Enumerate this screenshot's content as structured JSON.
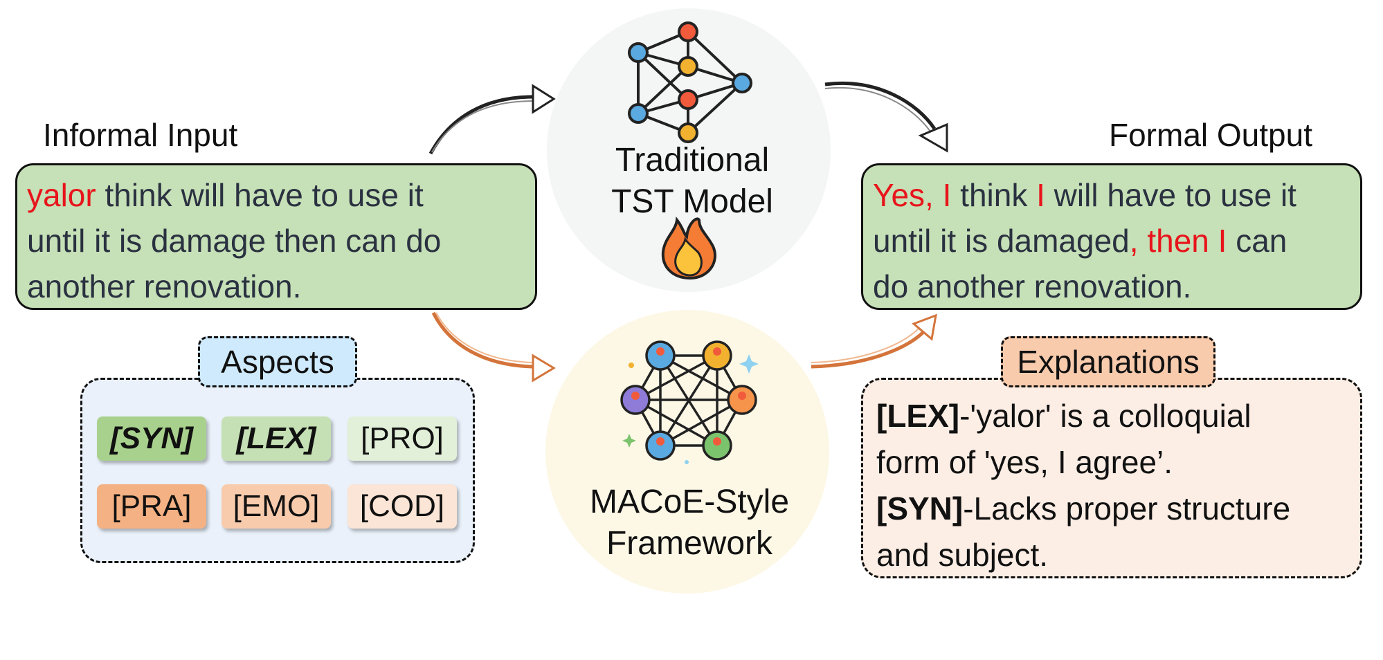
{
  "input": {
    "title": "Informal Input",
    "line1_red": "yalor",
    "line1_rest": " think will have to use it",
    "line2": "until it is damage then can do",
    "line3": "another renovation."
  },
  "output": {
    "title": "Formal Output",
    "l1_red1": "Yes, I",
    "l1_t1": " think ",
    "l1_red2": "I",
    "l1_t2": " will have to use it",
    "l2_t1": "until it is damaged",
    "l2_red": ", then I",
    "l2_t2": " can",
    "l3": "do another renovation."
  },
  "models": {
    "traditional_line1": "Traditional",
    "traditional_line2": "TST Model",
    "macoe_line1": "MACoE-Style",
    "macoe_line2": "Framework"
  },
  "aspects": {
    "title": "Aspects",
    "chips": [
      {
        "label": "[SYN]",
        "color": "#a9d18e"
      },
      {
        "label": "[LEX]",
        "color": "#c5e0b4"
      },
      {
        "label": "[PRO]",
        "color": "#e2f0d9"
      },
      {
        "label": "[PRA]",
        "color": "#f4b183"
      },
      {
        "label": "[EMO]",
        "color": "#f8cbad"
      },
      {
        "label": "[COD]",
        "color": "#fbe5d6"
      }
    ]
  },
  "explanations": {
    "title": "Explanations",
    "lex_tag": "[LEX]",
    "lex_text_1": "-'yalor' is a colloquial",
    "lex_text_2": "form of 'yes, I agree’.",
    "syn_tag": "[SYN]",
    "syn_text_1": "-Lacks proper structure",
    "syn_text_2": "and subject."
  },
  "colors": {
    "highlight_red": "#e8141b",
    "box_green": "#c6e0b7",
    "arrow_orange": "#d4743a"
  },
  "icons": [
    "neural-network-icon",
    "fire-icon",
    "multi-agent-network-icon"
  ]
}
